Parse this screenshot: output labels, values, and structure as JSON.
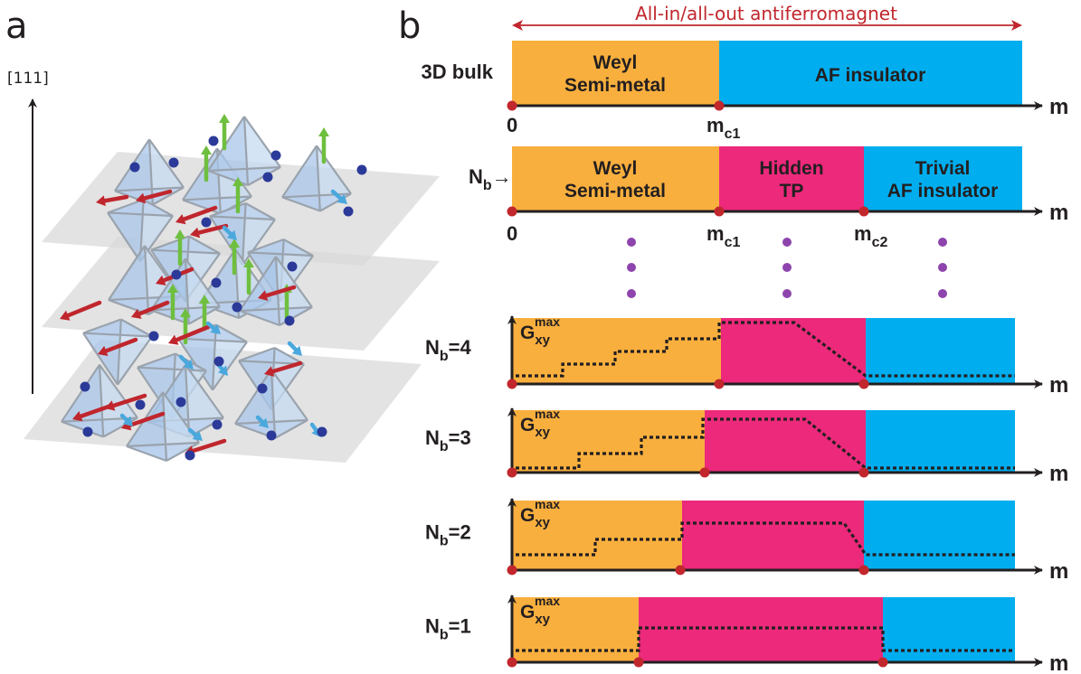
{
  "panel_a": {
    "letter": "a",
    "axis_label": "[111]"
  },
  "panel_b": {
    "letter": "b",
    "top_title": "All-in/all-out antiferromagnet",
    "axis_symbol": "m",
    "rows": {
      "bulk": {
        "label": "3D bulk",
        "band1": [
          "Weyl",
          "Semi-metal"
        ],
        "band2": [
          "AF insulator"
        ],
        "ticks": [
          "0",
          "m",
          "c1"
        ]
      },
      "ninf": {
        "label_main": "N",
        "label_sub": "b",
        "label_arrow": "→∞",
        "band1": [
          "Weyl",
          "Semi-metal"
        ],
        "band2": [
          "Hidden",
          "TP"
        ],
        "band3": [
          "Trivial",
          "AF insulator"
        ],
        "ticks": [
          "0",
          "m",
          "c1",
          "m",
          "c2"
        ]
      }
    },
    "finite_rows": [
      {
        "label_main": "N",
        "label_sub": "b",
        "label_eq": "=4",
        "yaxis_main": "G",
        "yaxis_sub": "xy",
        "yaxis_sup": "max"
      },
      {
        "label_main": "N",
        "label_sub": "b",
        "label_eq": "=3",
        "yaxis_main": "G",
        "yaxis_sub": "xy",
        "yaxis_sup": "max"
      },
      {
        "label_main": "N",
        "label_sub": "b",
        "label_eq": "=2",
        "yaxis_main": "G",
        "yaxis_sub": "xy",
        "yaxis_sup": "max"
      },
      {
        "label_main": "N",
        "label_sub": "b",
        "label_eq": "=1",
        "yaxis_main": "G",
        "yaxis_sub": "xy",
        "yaxis_sup": "max"
      }
    ]
  },
  "colors": {
    "orange": "#f9af3e",
    "cyan": "#00aeef",
    "magenta": "#ec297b",
    "dot_red": "#c1272d",
    "dot_purple": "#8e44ad",
    "title_red": "#c1272d"
  }
}
